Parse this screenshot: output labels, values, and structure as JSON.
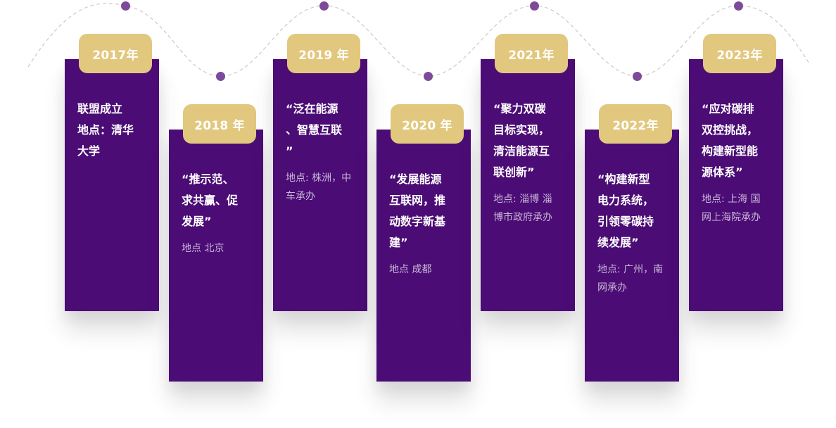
{
  "colors": {
    "card": "#4b0c75",
    "badge": "#e2c77e",
    "dot": "#7d4a9a",
    "wave": "#c9c9c9"
  },
  "milestones": [
    {
      "year": "2017年",
      "title": "联盟成立\n地点：清华\n大学",
      "location": ""
    },
    {
      "year": "2018 年",
      "title": "“推示范、\n求共赢、促\n发展”",
      "location": "地点 北京"
    },
    {
      "year": "2019 年",
      "title": "“泛在能源\n、智慧互联\n”",
      "location": "地点: 株洲，中\n车承办"
    },
    {
      "year": "2020 年",
      "title": "“发展能源\n互联网，推\n动数字新基\n建”",
      "location": "地点 成都"
    },
    {
      "year": "2021年",
      "title": "“聚力双碳\n目标实现，\n清洁能源互\n联创新”",
      "location": "地点: 淄博  淄\n博市政府承办"
    },
    {
      "year": "2022年",
      "title": "“构建新型\n电力系统，\n引领零碳持\n续发展”",
      "location": "地点: 广州，南\n网承办"
    },
    {
      "year": "2023年",
      "title": "“应对碳排\n双控挑战，\n构建新型能\n源体系”",
      "location": "地点: 上海  国\n网上海院承办"
    }
  ]
}
